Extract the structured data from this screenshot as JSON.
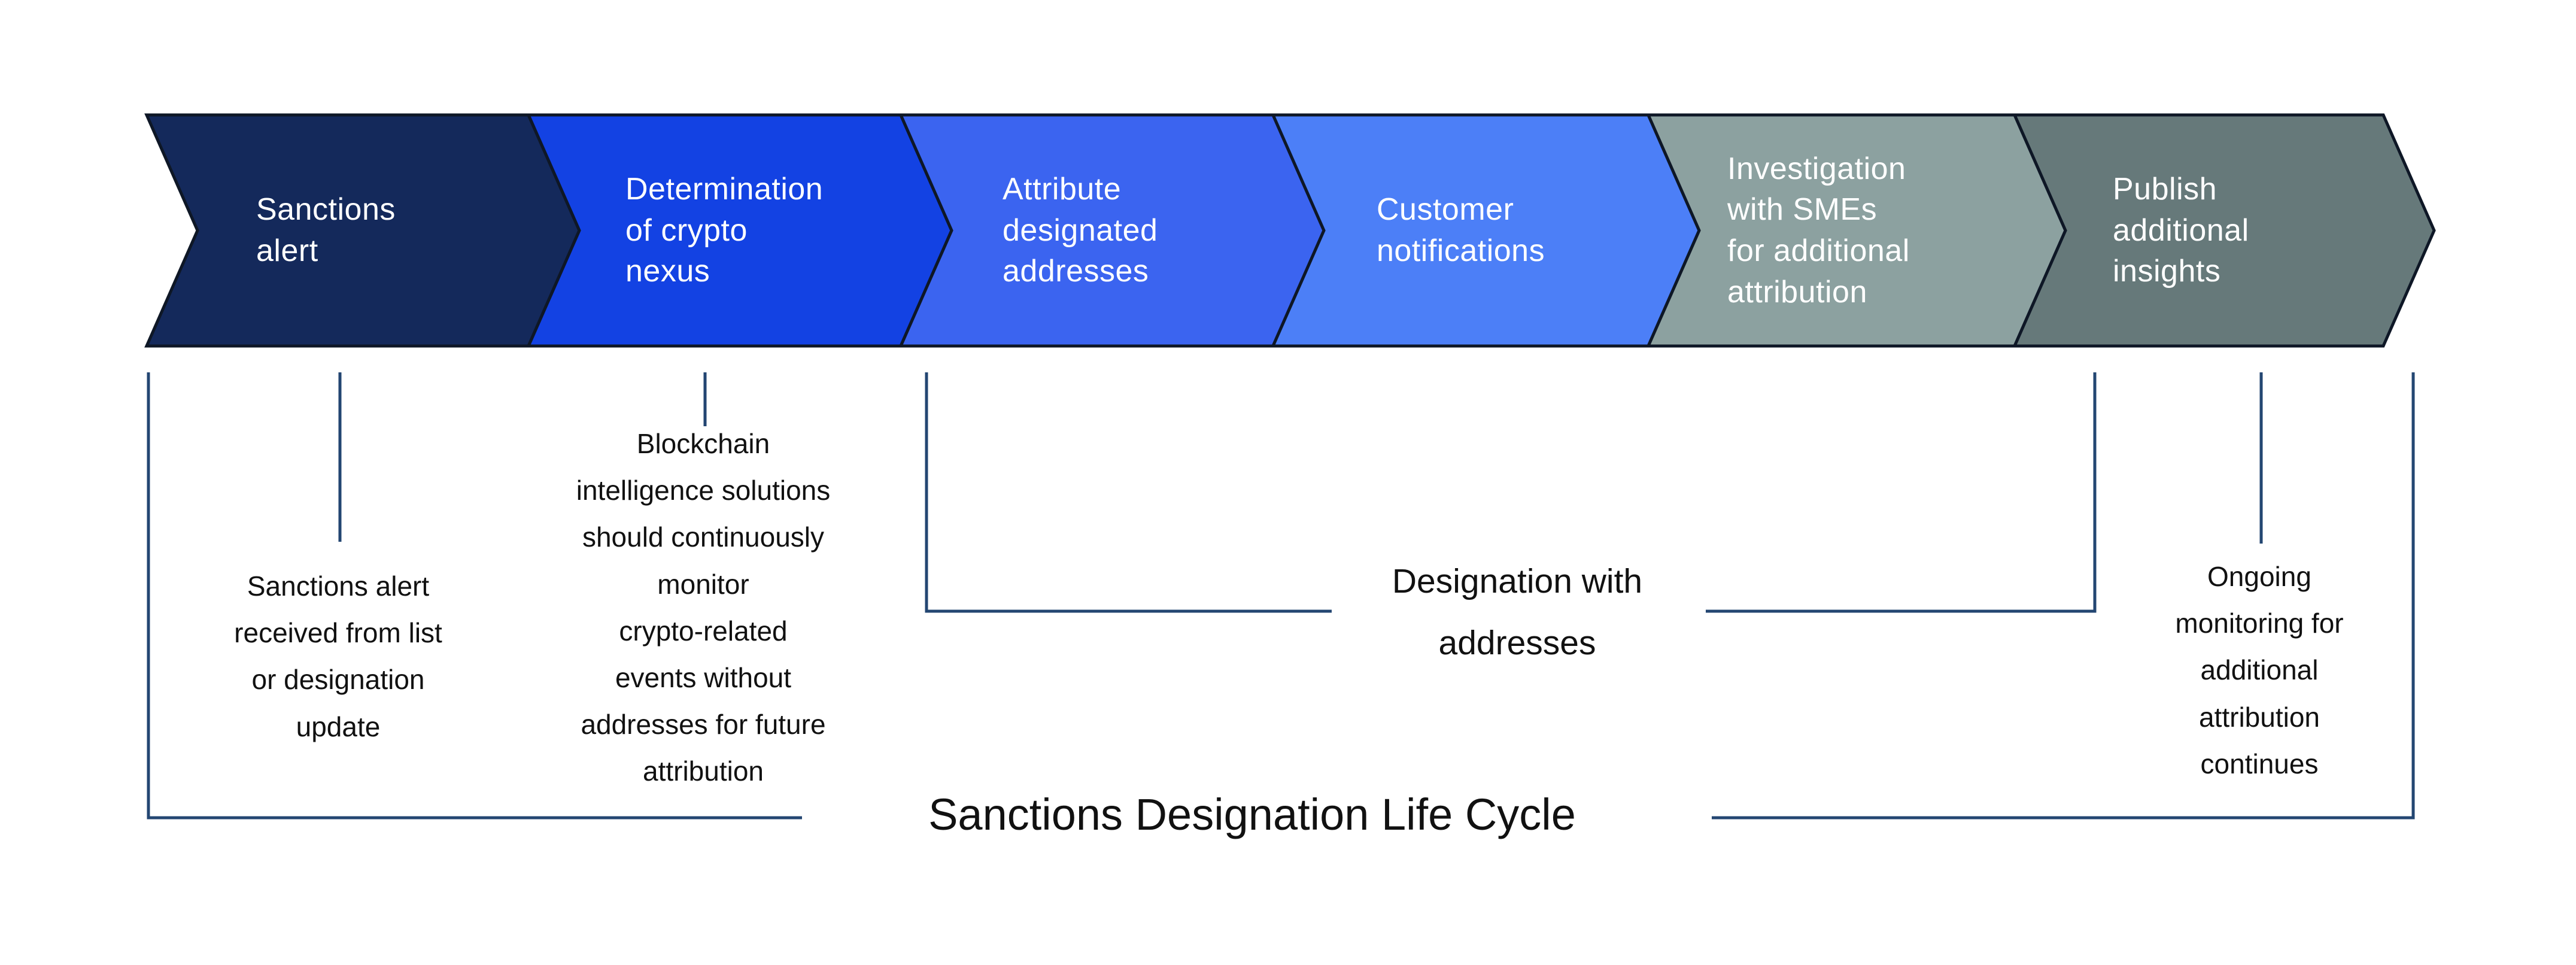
{
  "diagram": {
    "title": "Sanctions Designation Life Cycle",
    "stages": [
      {
        "label": "Sanctions\nalert",
        "color": "#14295B"
      },
      {
        "label": "Determination\nof crypto\nnexus",
        "color": "#1342E3"
      },
      {
        "label": "Attribute\ndesignated\naddresses",
        "color": "#3B64F0"
      },
      {
        "label": "Customer\nnotifications",
        "color": "#4C7FF7"
      },
      {
        "label": "Investigation\nwith SMEs\nfor additional\nattribution",
        "color": "#8CA1A0"
      },
      {
        "label": "Publish\nadditional\ninsights",
        "color": "#66797A"
      }
    ],
    "annotations": {
      "stage1_note": "Sanctions alert\nreceived from list\nor designation\nupdate",
      "stage2_note": "Blockchain\nintelligence solutions\nshould continuously\nmonitor\ncrypto-related\nevents without\naddresses for future\nattribution",
      "stages3to5_note": "Designation with\naddresses",
      "stage6_note": "Ongoing\nmonitoring for\nadditional\nattribution\ncontinues"
    },
    "colors": {
      "outline": "#0E1726",
      "connector": "#234672",
      "stage_text": "#FFFFFF",
      "annotation_text": "#111111",
      "background": "#FFFFFF"
    }
  }
}
